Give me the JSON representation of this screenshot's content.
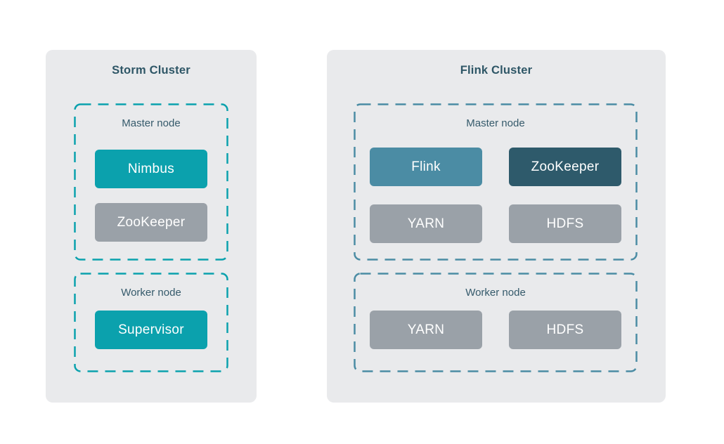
{
  "colors": {
    "page_bg": "#ffffff",
    "panel_bg": "#e9eaec",
    "title_text": "#2e5666",
    "label_text": "#355a6b",
    "node_text": "#ffffff",
    "teal": "#0ba1ad",
    "steel_blue": "#4b8ca4",
    "dark_slate": "#2e5a6b",
    "gray": "#9aa1a8"
  },
  "clusters": [
    {
      "id": "storm-cluster",
      "title": "Storm Cluster",
      "accent": "#0ba1ad",
      "groups": [
        {
          "label": "Master node",
          "nodes": [
            {
              "label": "Nimbus",
              "color": "#0ba1ad"
            },
            {
              "label": "ZooKeeper",
              "color": "#9aa1a8"
            }
          ]
        },
        {
          "label": "Worker node",
          "nodes": [
            {
              "label": "Supervisor",
              "color": "#0ba1ad"
            }
          ]
        }
      ]
    },
    {
      "id": "flink-cluster",
      "title": "Flink Cluster",
      "accent": "#4b8ca4",
      "groups": [
        {
          "label": "Master node",
          "nodes": [
            {
              "label": "Flink",
              "color": "#4b8ca4"
            },
            {
              "label": "ZooKeeper",
              "color": "#2e5a6b"
            },
            {
              "label": "YARN",
              "color": "#9aa1a8"
            },
            {
              "label": "HDFS",
              "color": "#9aa1a8"
            }
          ]
        },
        {
          "label": "Worker node",
          "nodes": [
            {
              "label": "YARN",
              "color": "#9aa1a8"
            },
            {
              "label": "HDFS",
              "color": "#9aa1a8"
            }
          ]
        }
      ]
    }
  ]
}
